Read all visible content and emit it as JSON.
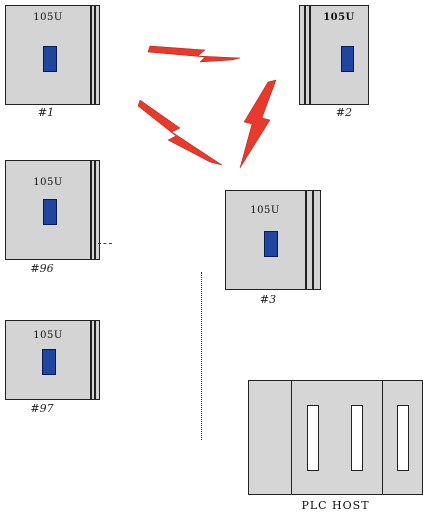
{
  "units": [
    {
      "id": "u1",
      "model": "105U",
      "caption": "#1"
    },
    {
      "id": "u2",
      "model": "105U",
      "caption": "#2"
    },
    {
      "id": "u96",
      "model": "105U",
      "caption": "#96"
    },
    {
      "id": "u3",
      "model": "105U",
      "caption": "#3"
    },
    {
      "id": "u97",
      "model": "105U",
      "caption": "#97"
    }
  ],
  "host": {
    "label": "PLC HOST"
  },
  "colors": {
    "unit_body": "#d4d4d4",
    "led": "#1e46a0",
    "lightning": "#e83a2a"
  }
}
